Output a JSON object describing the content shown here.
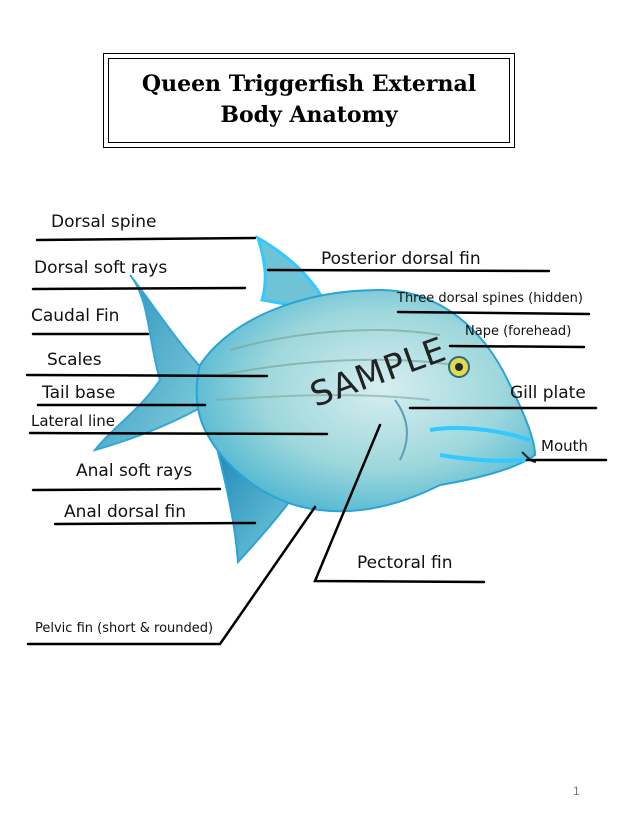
{
  "title": {
    "line1": "Queen Triggerfish External",
    "line2": "Body Anatomy"
  },
  "labels": {
    "dorsal_spine": "Dorsal spine",
    "dorsal_soft_rays": "Dorsal soft rays",
    "caudal_fin": "Caudal Fin",
    "scales": "Scales",
    "tail_base": "Tail base",
    "lateral_line": "Lateral line",
    "anal_soft_rays": "Anal soft rays",
    "anal_dorsal_fin": "Anal dorsal fin",
    "posterior_dorsal_fin": "Posterior dorsal fin",
    "three_dorsal_spines": "Three dorsal spines (hidden)",
    "nape": "Nape (forehead)",
    "gill_plate": "Gill plate",
    "mouth": "Mouth",
    "pectoral_fin": "Pectoral fin",
    "pelvic_fin": "Pelvic fin (short & rounded)"
  },
  "watermark": "SAMPLE",
  "page_number": "1",
  "colors": {
    "fish_body": "#8fd3e0",
    "fish_edge": "#2aa3d6",
    "fish_highlight": "#33c9ff",
    "leader_line": "#000000"
  }
}
